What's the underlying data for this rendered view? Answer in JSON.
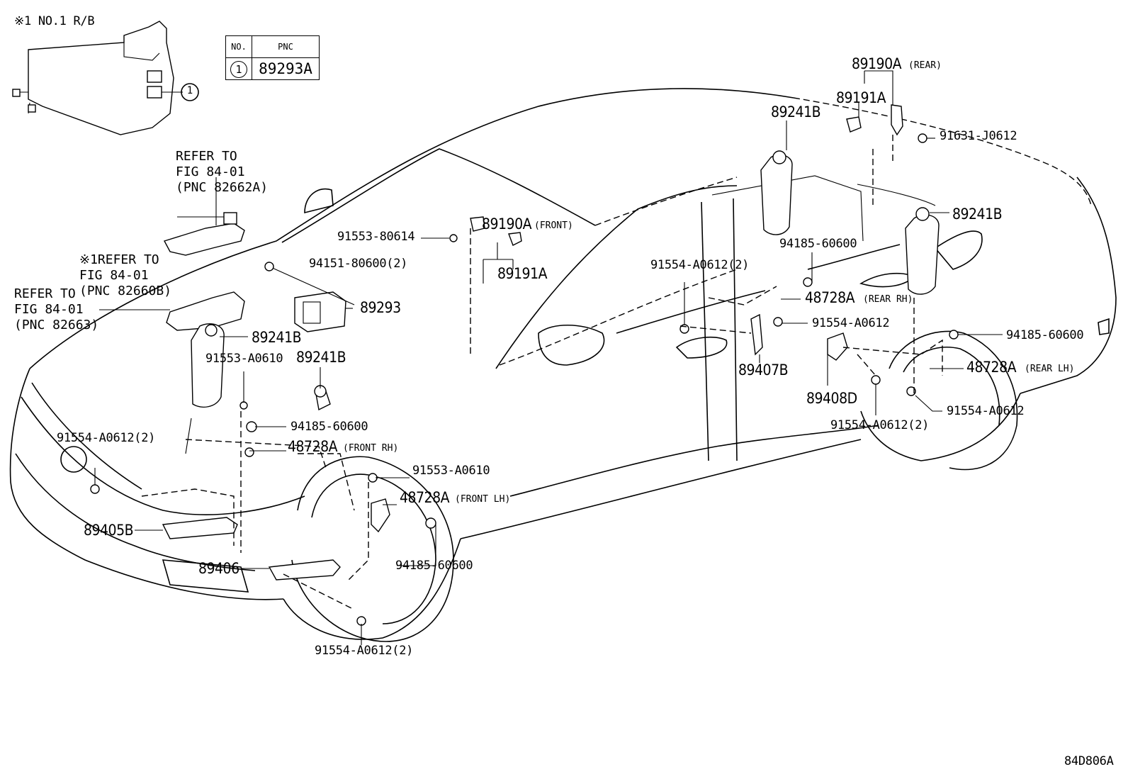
{
  "relay_box_note": "※1 NO.1 R/B",
  "callout_number": "1",
  "table": {
    "header_no": "NO.",
    "header_pnc": "PNC",
    "row_no": "1",
    "row_pnc": "89293A"
  },
  "refer_82662a": "REFER TO\nFIG 84-01\n(PNC 82662A)",
  "refer_82660b": "※1REFER TO\nFIG 84-01\n(PNC 82660B)",
  "refer_82663": "REFER TO\nFIG 84-01\n(PNC 82663)",
  "labels": {
    "p89190a_rear": "89190A",
    "rear_tag": "(REAR)",
    "p89191a_rear": "89191A",
    "p89241b_top": "89241B",
    "p91631": "91631-J0612",
    "p89241b_right": "89241B",
    "p94185_rear_rh": "94185-60600",
    "p91554_2_rear": "91554-A0612(2)",
    "p48728a_rear_rh": "48728A",
    "rear_rh_tag": "(REAR RH)",
    "p91554_rear_rh": "91554-A0612",
    "p94185_rear_lh": "94185-60600",
    "p89407b": "89407B",
    "p48728a_rear_lh": "48728A",
    "rear_lh_tag": "(REAR LH)",
    "p89408d": "89408D",
    "p91554_rear_lh": "91554-A0612",
    "p91554_2_rear_lower": "91554-A0612(2)",
    "p91553_80614": "91553-80614",
    "p89190a_front": "89190A",
    "front_tag": "(FRONT)",
    "p89191a_front": "89191A",
    "p94151": "94151-80600(2)",
    "p89293": "89293",
    "p89241b_front_rh": "89241B",
    "p91553_a0610_upper": "91553-A0610",
    "p89241b_front_lh": "89241B",
    "p94185_front_rh": "94185-60600",
    "p48728a_front_rh": "48728A",
    "front_rh_tag": "(FRONT RH)",
    "p91554_2_front": "91554-A0612(2)",
    "p91553_a0610_lower": "91553-A0610",
    "p48728a_front_lh": "48728A",
    "front_lh_tag": "(FRONT LH)",
    "p89405b": "89405B",
    "p94185_front_lh": "94185-60600",
    "p89406": "89406",
    "p91554_2_bottom": "91554-A0612(2)",
    "figure_code": "84D806A"
  }
}
